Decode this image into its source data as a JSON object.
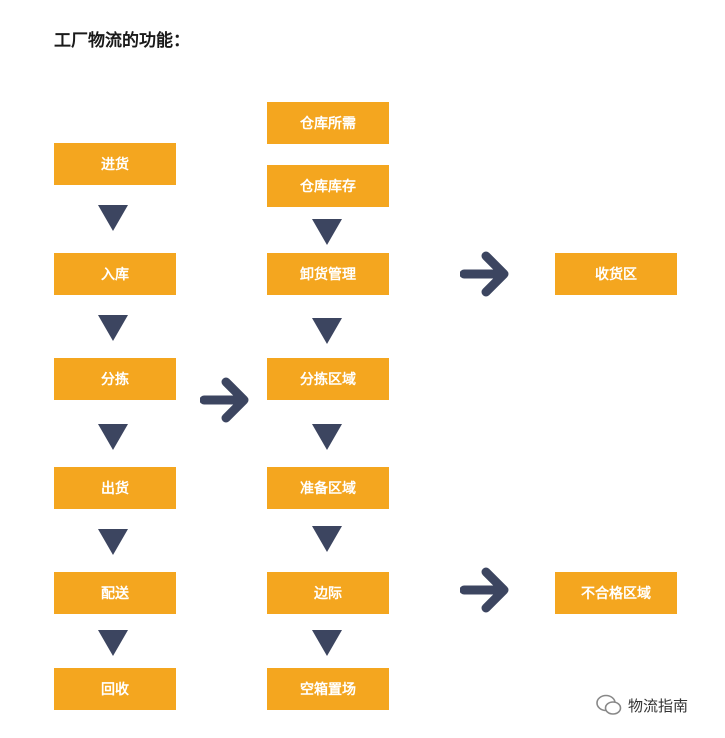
{
  "title": "工厂物流的功能：",
  "col1": [
    "进货",
    "入库",
    "分拣",
    "出货",
    "配送",
    "回收"
  ],
  "col2": [
    "仓库所需",
    "仓库库存",
    "卸货管理",
    "分拣区域",
    "准备区域",
    "边际",
    "空箱置场"
  ],
  "col3": [
    "收货区",
    "不合格区域"
  ],
  "watermark": "物流指南",
  "colors": {
    "box": "#f4a61f",
    "arrow": "#3c4560",
    "text": "#ffffff"
  }
}
